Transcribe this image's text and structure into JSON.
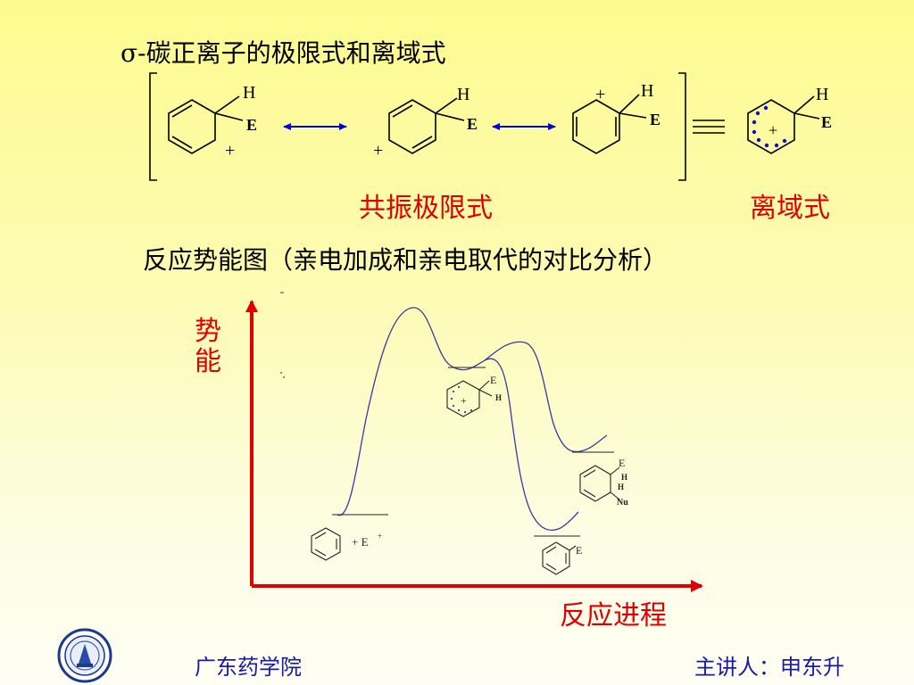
{
  "title": {
    "sigma": "σ",
    "text": "-碳正离子的极限式和离域式"
  },
  "resonance": {
    "structures": [
      {
        "h": "H",
        "e": "E",
        "charge": "+"
      },
      {
        "h": "H",
        "e": "E",
        "charge": "+"
      },
      {
        "h": "H",
        "e": "E",
        "charge": "+"
      }
    ],
    "delocalized": {
      "h": "H",
      "e": "E",
      "charge": "+"
    },
    "label_resonance": "共振极限式",
    "label_delocalized": "离域式"
  },
  "subtitle": "反应势能图（亲电加成和亲电取代的对比分析）",
  "diagram": {
    "y_axis_label": "势能",
    "x_axis_label": "反应进程",
    "reactants_label": "+ E",
    "reactants_sup": "+",
    "intermediate": {
      "e": "E",
      "h": "H",
      "charge": "+"
    },
    "addition_product": {
      "e": "E",
      "h1": "H",
      "h2": "H",
      "nu": "Nu"
    },
    "substitution_product": {
      "e": "E"
    },
    "colors": {
      "axis": "#e00000",
      "curve": "#3a3aa0",
      "labels": "#e00000",
      "footer": "#1a1aa8",
      "dots": "#1010c0"
    }
  },
  "footer": {
    "school": "广东药学院",
    "lecturer": "主讲人：申东升"
  }
}
